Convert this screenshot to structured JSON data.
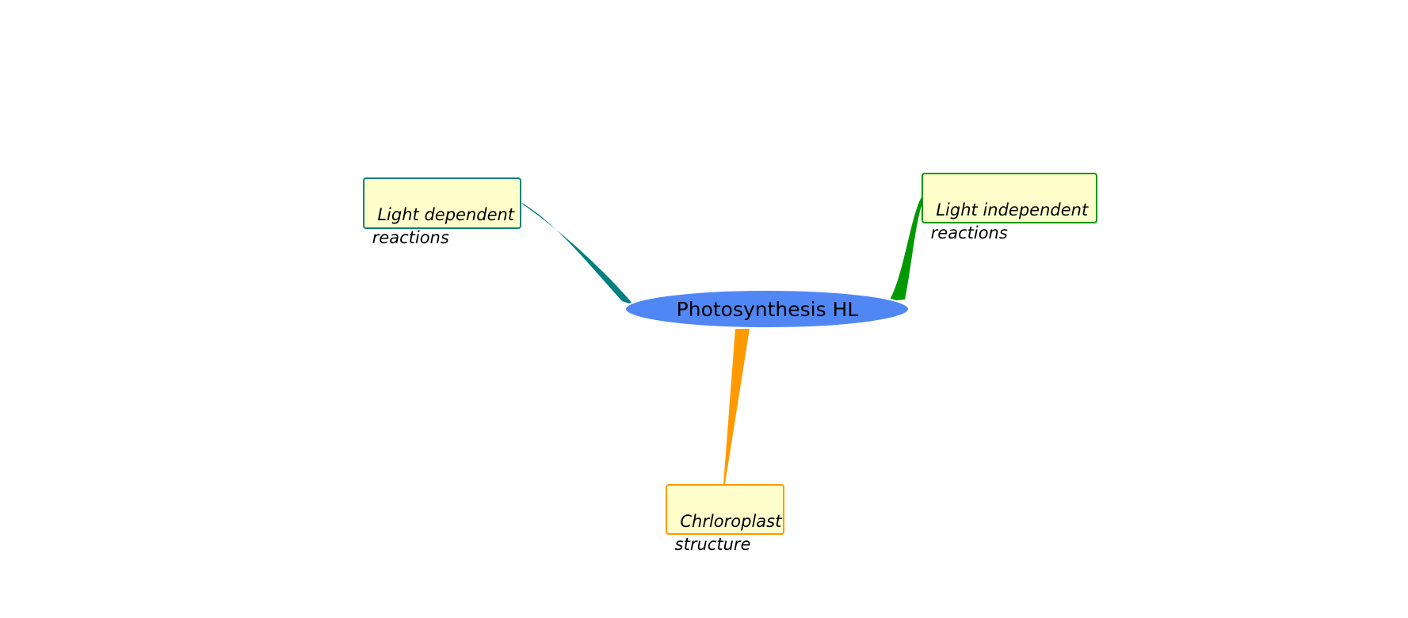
{
  "central_topic": {
    "label": "Photosynthesis HL",
    "color": "#5087f5"
  },
  "branches": [
    {
      "label": "Light dependent\n reactions",
      "color": "#008080"
    },
    {
      "label": "Light independent\n reactions",
      "color": "#009900"
    },
    {
      "label": "Chrloroplast\n structure",
      "color": "#ff9900"
    }
  ]
}
